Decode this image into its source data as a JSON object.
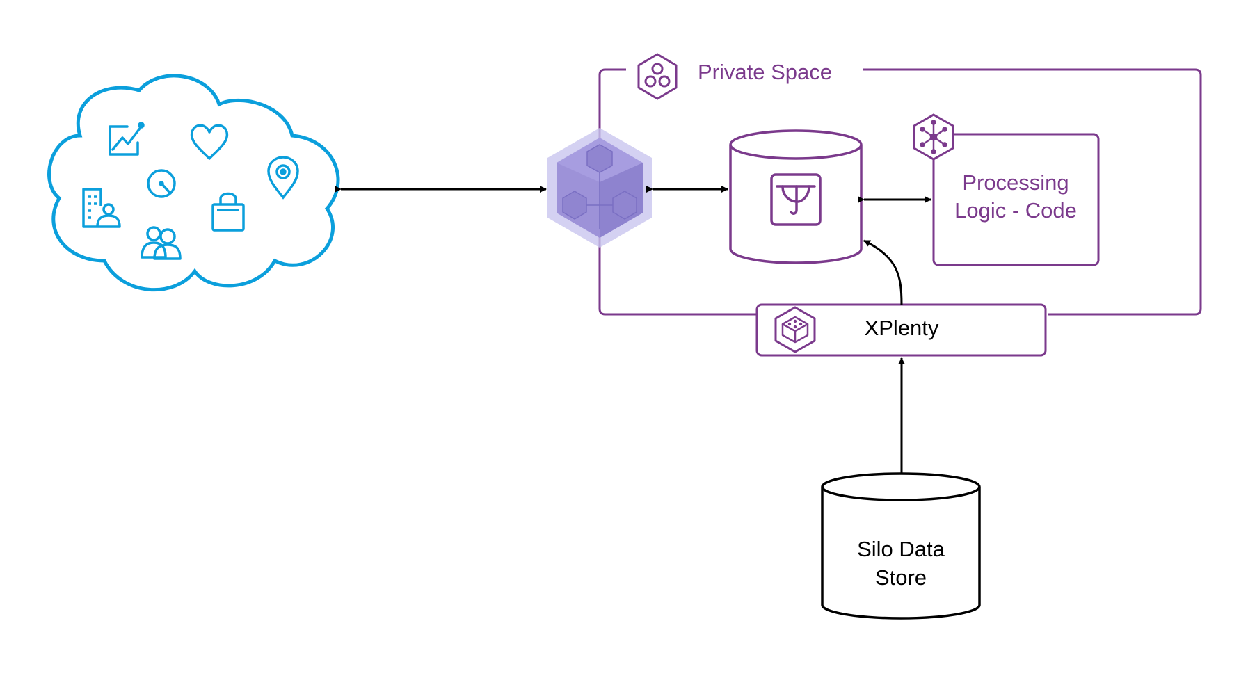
{
  "colors": {
    "cloud": "#0b9fdc",
    "purple": "#7b3a8c",
    "hex_fill": "#9a8fd6",
    "hex_halo": "#c9c6ef",
    "black": "#000000"
  },
  "private_space": {
    "title": "Private Space",
    "icon": "connected-circles-icon"
  },
  "processing": {
    "line1": "Processing",
    "line2": "Logic - Code",
    "icon": "network-node-icon"
  },
  "database": {
    "icon": "postgres-elephant-icon"
  },
  "xplenty": {
    "label": "XPlenty",
    "icon": "xplenty-logo-icon"
  },
  "silo": {
    "line1": "Silo Data",
    "line2": "Store"
  },
  "cloud": {
    "icons": [
      "chart-icon",
      "heart-icon",
      "target-icon",
      "location-pin-icon",
      "building-person-icon",
      "shopping-bag-icon",
      "people-icon"
    ]
  },
  "connector": {
    "icon": "cube-hexagon-icon"
  }
}
